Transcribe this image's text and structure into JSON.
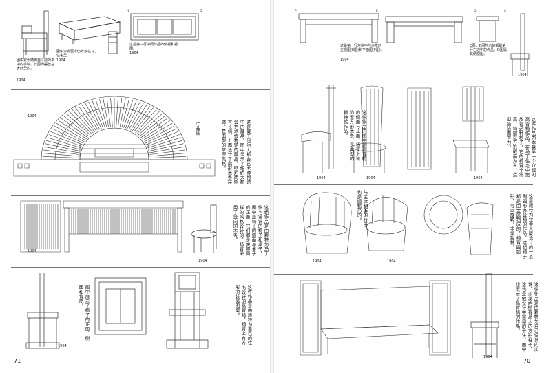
{
  "left_page": {
    "page_number": "71",
    "top_captions": {
      "chair": "图中安乐椅摘自以前的书中的手稿。此图为摆放在大厅里的。",
      "sofa": "图中沙发至今仍安放在马丁住宅里。",
      "cabinet": "这是第三行中间作品的俯视和视图。"
    },
    "section1_text": "这是藏于纽约大都会艺术博物馆中的藏品。图中显示了纽约大都会艺术博物馆的藏品，壁炉两侧有长椅，上面设计了扇形木条装饰，是典型的草原风格。",
    "section1_label": "〔正面〕",
    "section2_text": "这组作品是由赖特为马丁住宅设计的椅子和桌子，图中是椅子的侧面与桌子的正面，它们都是按照同样的风格设计的，椅背采用了竖向的木条。",
    "section3_text": "这件作品是由赖特为自己的住宅设计的高背椅，椅背上有方形的装饰图案。",
    "section3_text_b": "图中展示了椅子的正面、侧面和背面。",
    "years": [
      "1904",
      "1904",
      "1904",
      "1904",
      "1904",
      "1904",
      "1904"
    ]
  },
  "right_page": {
    "page_number": "70",
    "top_captions": {
      "desk": "这是第一行左侧中与沙发的立视图(E图)和平面图(F图)。",
      "chair": "C图、D图所示的都是第一行右边中的作品。D图属其侧视图。"
    },
    "labels": {
      "P": "P",
      "E": "E",
      "D": "D",
      "C": "C"
    },
    "section1_text": "这件作品为本章第一个介绍的高背椅作品。在马丁住宅中摆放着这种椅子，它的椅背非常高，椅腿以方形截面为主，造型简洁而有力。",
    "section1_text_b": "这件作品的图中是高背椅的侧面与正面，椅背上装饰着方形木条，是典型的赖特式作品。",
    "section2_text": "这是赖特为拉金大厦设计的一系列圆形办公椅的作品，这组椅子都是由金属制成的，椅背圆弧形，可以旋转，非常独特。",
    "section2_text_b": "与主体相连的扶手也是圆弧形的。",
    "section3_text": "这件作品是由赖特为自己设计的沙发，沙发两侧有高大的方形柱子，这也是他设计中常用的手法，图中也展示了高背椅的作品。",
    "years": [
      "1904",
      "1904",
      "1904",
      "1904",
      "1904",
      "1904",
      "1904",
      "1904"
    ]
  }
}
